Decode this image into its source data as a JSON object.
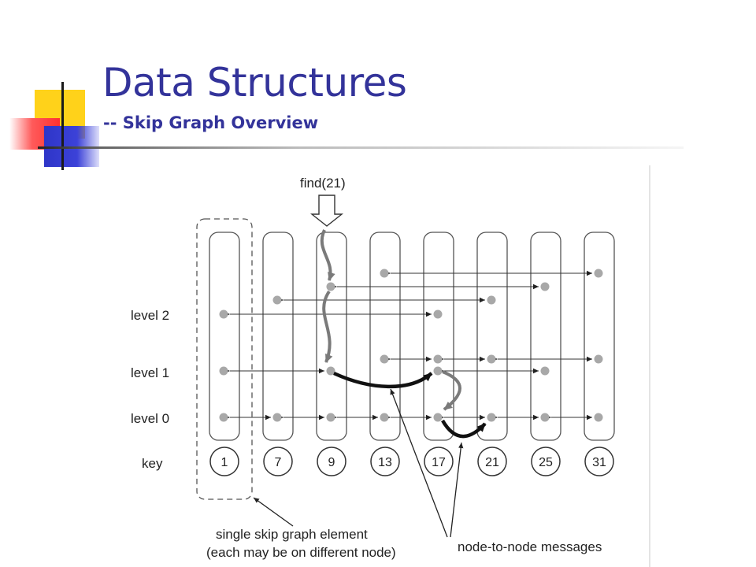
{
  "slide": {
    "title": "Data Structures",
    "subtitle": "-- Skip Graph Overview"
  },
  "diagram": {
    "find_label": "find(21)",
    "level_labels": [
      "level 2",
      "level 1",
      "level 0"
    ],
    "key_label": "key",
    "keys": [
      "1",
      "7",
      "9",
      "13",
      "17",
      "21",
      "25",
      "31"
    ],
    "element_caption_line1": "single skip graph element",
    "element_caption_line2": "(each may be on different node)",
    "messages_caption": "node-to-node messages",
    "colors": {
      "dot": "#a8a8a8",
      "path_gray": "#7a7a7a",
      "path_black": "#111111",
      "title": "#33339a"
    }
  }
}
